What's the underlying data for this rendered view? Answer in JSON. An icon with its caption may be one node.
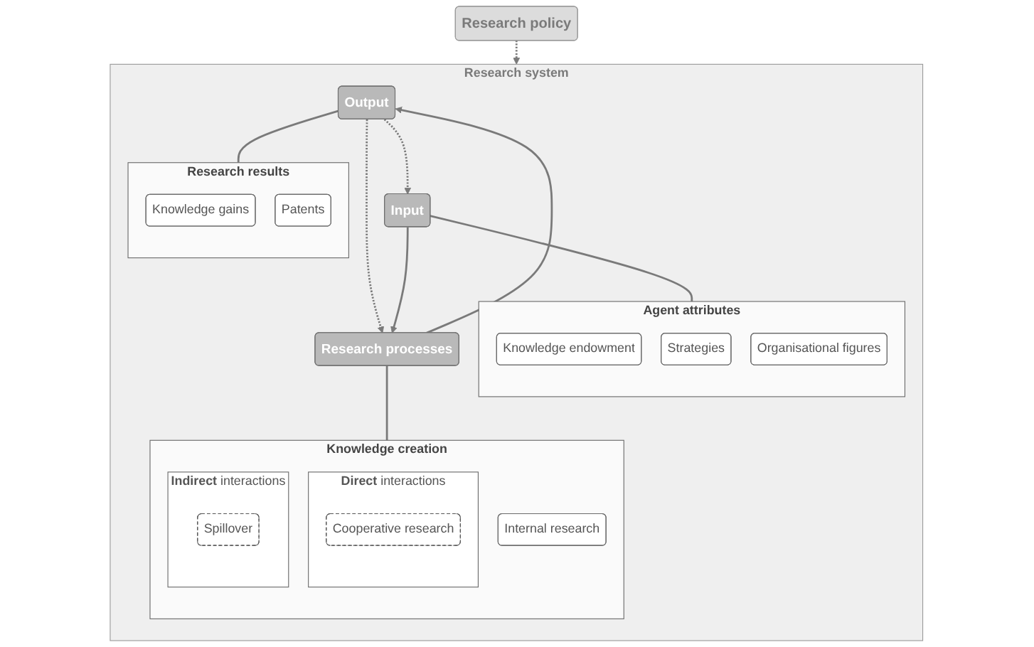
{
  "diagram": {
    "nodes": [
      {
        "text": [
          "Research policy"
        ]
      },
      {
        "text": [
          "Research system"
        ]
      },
      {
        "text": [
          "Input"
        ],
        "in": 1
      },
      {
        "text": [
          "Research processes"
        ],
        "in": 1
      },
      {
        "text": [
          "Output"
        ],
        "in": 1
      },
      {
        "text": [
          "Agent attributes"
        ],
        "in": 1
      },
      {
        "text": [
          "Knowledge endowment"
        ],
        "in": 5
      },
      {
        "text": [
          "Strategies"
        ],
        "in": 5
      },
      {
        "text": [
          "Organisational figures"
        ],
        "in": 5
      },
      {
        "text": [
          "Knowledge creation"
        ],
        "in": 1
      },
      {
        "text": [
          "Internal research"
        ],
        "in": 9
      },
      {
        "text": [
          "**Direct** interactions"
        ],
        "in": 9
      },
      {
        "text": [
          "Cooperative research"
        ],
        "in": 11
      },
      {
        "text": [
          "**Indirect** interactions"
        ],
        "in": 9
      },
      {
        "text": [
          "Spillover"
        ],
        "in": 13
      },
      {
        "text": [
          "Research results"
        ],
        "in": 1
      },
      {
        "text": [
          "Knowledge gains"
        ],
        "in": 15
      },
      {
        "text": [
          "Patents"
        ],
        "in": 15
      }
    ],
    "edges": [
      {
        "from": 0,
        "to": 1,
        "arrow": "to",
        "style": "dashed"
      },
      {
        "from": 4,
        "to": 2,
        "arrow": "to",
        "style": "dashed"
      },
      {
        "from": 4,
        "to": 3,
        "arrow": "to",
        "style": "dashed"
      },
      {
        "from": 2,
        "to": 3,
        "arrow": "to"
      },
      {
        "from": 3,
        "to": 4,
        "arrow": "to"
      },
      {
        "from": 2,
        "to": 5,
        "arrow": "none"
      },
      {
        "from": 3,
        "to": 9,
        "arrow": "none"
      },
      {
        "from": 4,
        "to": 15,
        "arrow": "none"
      }
    ]
  }
}
